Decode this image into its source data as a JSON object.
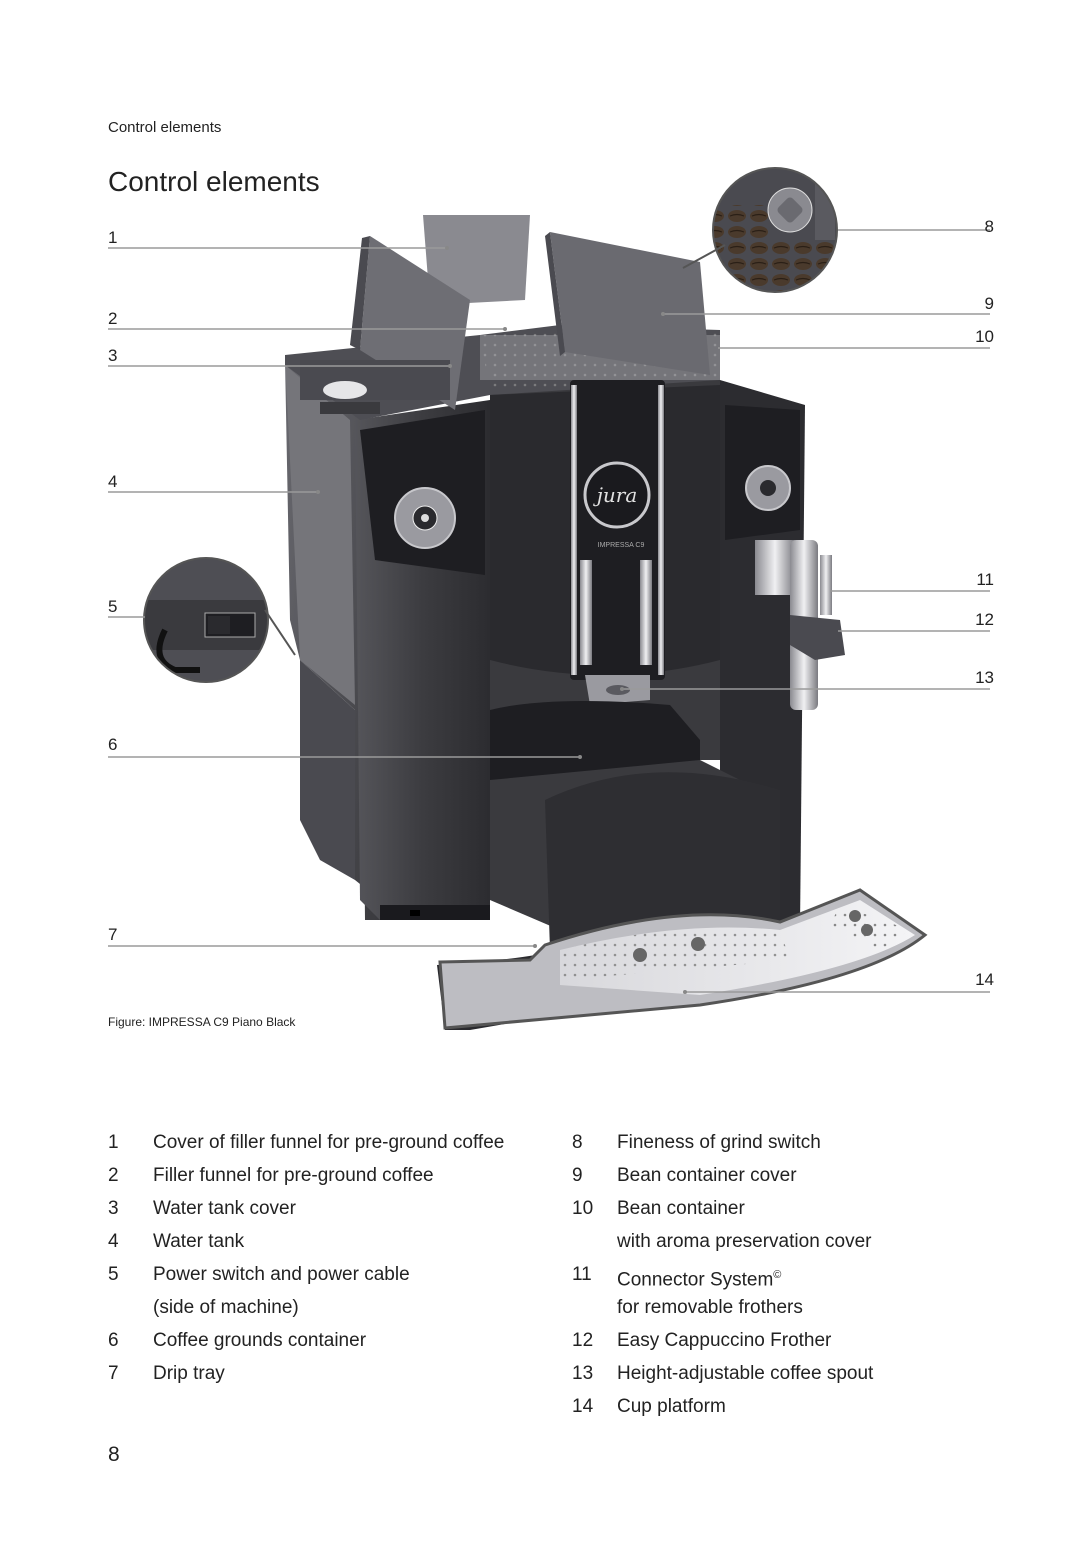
{
  "header": {
    "running_title": "Control elements"
  },
  "page_title": "Control elements",
  "figure": {
    "callouts_left": [
      "1",
      "2",
      "3",
      "4",
      "5",
      "6",
      "7"
    ],
    "callouts_right": [
      "8",
      "9",
      "10",
      "11",
      "12",
      "13",
      "14"
    ],
    "brand_logo_text": "jura",
    "model_label": "IMPRESSA C9",
    "caption": "Figure: IMPRESSA C9 Piano Black"
  },
  "legend": {
    "left": [
      {
        "num": "1",
        "text": "Cover of filler funnel for pre-ground coffee"
      },
      {
        "num": "2",
        "text": "Filler funnel for pre-ground coffee"
      },
      {
        "num": "3",
        "text": "Water tank cover"
      },
      {
        "num": "4",
        "text": "Water tank"
      },
      {
        "num": "5",
        "text": "Power switch and power cable"
      },
      {
        "num": "",
        "text": "(side of machine)"
      },
      {
        "num": "6",
        "text": "Coffee grounds container"
      },
      {
        "num": "7",
        "text": "Drip tray"
      }
    ],
    "right": [
      {
        "num": "8",
        "text": "Fineness of grind switch"
      },
      {
        "num": "9",
        "text": "Bean container cover"
      },
      {
        "num": "10",
        "text": "Bean container"
      },
      {
        "num": "",
        "text": "with aroma preservation cover"
      },
      {
        "num": "11",
        "text": "Connector System",
        "sup": "©"
      },
      {
        "num": "",
        "text": "for removable frothers"
      },
      {
        "num": "12",
        "text": "Easy Cappuccino Frother"
      },
      {
        "num": "13",
        "text": "Height-adjustable coffee spout"
      },
      {
        "num": "14",
        "text": "Cup platform"
      }
    ]
  },
  "page_number": "8",
  "colors": {
    "machine_body": "#3a3a3e",
    "machine_dark": "#2a2a2e",
    "accent_silver": "#c8c8cc",
    "callout_line": "#9a9a9a"
  }
}
